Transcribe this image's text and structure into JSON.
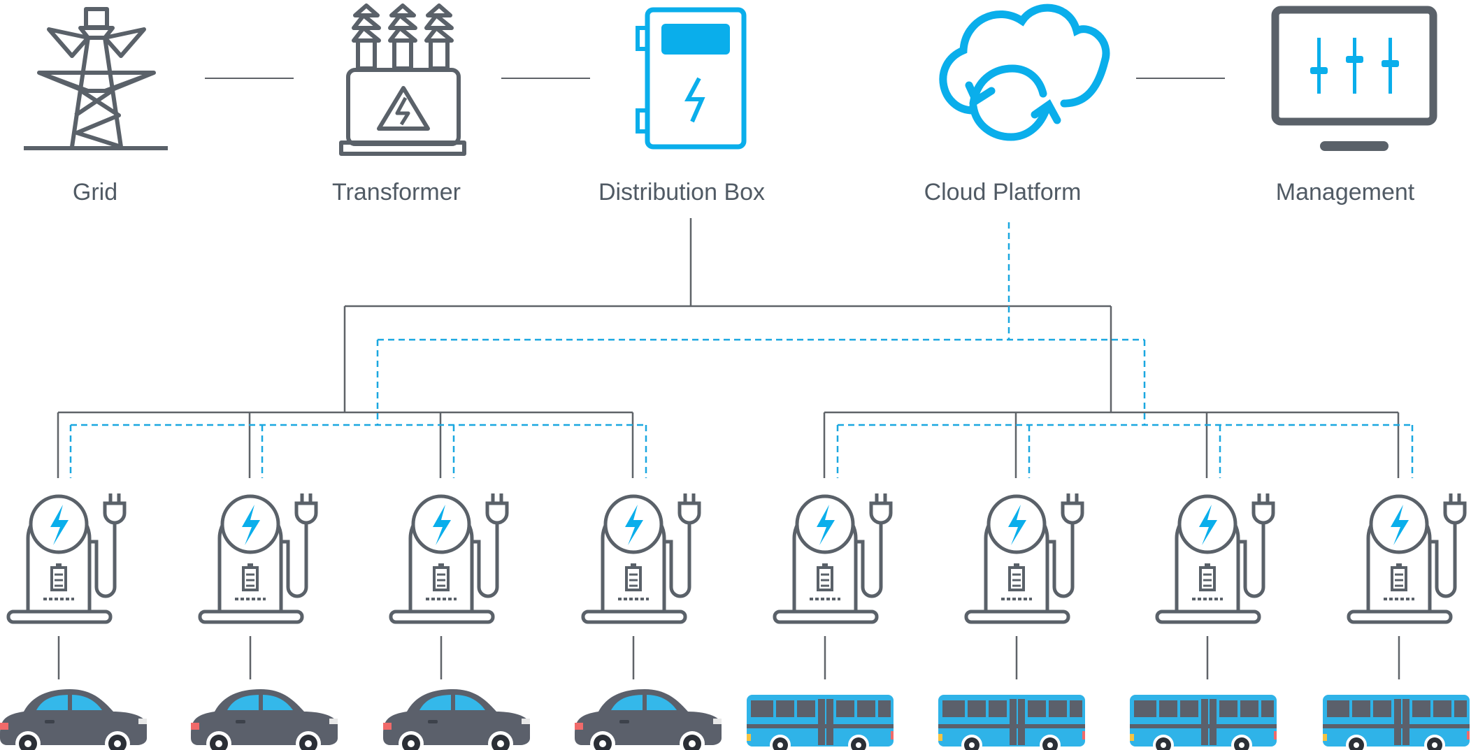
{
  "nodes": {
    "grid": "Grid",
    "transformer": "Transformer",
    "distribution_box": "Distribution Box",
    "cloud_platform": "Cloud Platform",
    "management": "Management"
  },
  "icons": {
    "grid": "power-tower-icon",
    "transformer": "transformer-icon",
    "distribution_box": "distribution-box-icon",
    "cloud_platform": "cloud-sync-icon",
    "management": "monitor-sliders-icon",
    "charger": "ev-charger-icon",
    "car": "car-icon",
    "bus": "bus-icon"
  },
  "chargers": [
    {
      "vehicle": "car"
    },
    {
      "vehicle": "car"
    },
    {
      "vehicle": "car"
    },
    {
      "vehicle": "car"
    },
    {
      "vehicle": "bus"
    },
    {
      "vehicle": "bus"
    },
    {
      "vehicle": "bus"
    },
    {
      "vehicle": "bus"
    }
  ],
  "colors": {
    "gray": "#5a6169",
    "blue": "#0aaeeb",
    "line_gray": "#5f6368",
    "line_blue": "#1aa7e0"
  }
}
